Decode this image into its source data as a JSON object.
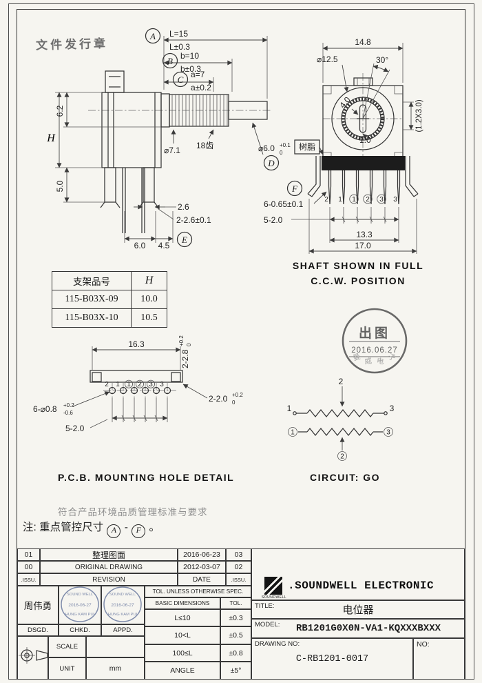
{
  "sheet": {
    "issue_stamp": "文件发行章",
    "note_quality": "符合产品环境品质管理标准与要求",
    "note_control_prefix": "注: 重点管控尺寸",
    "note_control_from": "A",
    "note_control_dash": "-",
    "note_control_to": "F",
    "note_control_end": "。"
  },
  "side_view": {
    "balloon_a": "A",
    "balloon_b": "B",
    "balloon_c": "C",
    "balloon_d": "D",
    "balloon_e": "E",
    "dim_l": "L=15",
    "dim_l_tol": "L±0.3",
    "dim_b": "b=10",
    "dim_b_tol": "b±0.3",
    "dim_a": "a=7",
    "dim_a_tol": "a±0.2",
    "dim_height_top": "6.2",
    "dim_height_mid": "H",
    "dim_height_bot": "5.0",
    "dim_shaft_dia": "⌀7.1",
    "teeth": "18齿",
    "dim_d_dia": "⌀6.0",
    "dim_d_tol_up": "+0.1",
    "dim_d_tol_dn": "0",
    "dim_leg": "2.6",
    "dim_legs": "2-2.6±0.1",
    "dim_pin_a": "6.0",
    "dim_pin_b": "4.5"
  },
  "front_view": {
    "balloon_f": "F",
    "dim_width": "14.8",
    "dim_rotor": "⌀12.5",
    "dim_angle": "30°",
    "dim_slot_w": "4.0",
    "dim_slot_t": "1.0",
    "dim_notch": "(1.2X3.0)",
    "resin_label": "树脂",
    "dim_pin_w": "6-0.65±0.1",
    "dim_pitch": "5-2.0",
    "dim_span_pins": "13.3",
    "dim_span_legs": "17.0",
    "pins": [
      "2",
      "1",
      "1",
      "2",
      "3",
      "3"
    ],
    "caption_line1": "SHAFT SHOWN IN FULL",
    "caption_line2": "C.C.W. POSITION"
  },
  "bracket_table": {
    "header_part": "支架品号",
    "header_h": "H",
    "rows": [
      {
        "part": "115-B03X-09",
        "h": "10.0"
      },
      {
        "part": "115-B03X-10",
        "h": "10.5"
      }
    ]
  },
  "pcb_detail": {
    "dim_width": "16.3",
    "dim_slot_sq": "2-2.8",
    "dim_slot_sq_up": "+0.2",
    "dim_slot_sq_dn": "0",
    "dim_slot": "2-2.0",
    "dim_slot_up": "+0.2",
    "dim_slot_dn": "0",
    "dim_hole": "6-⌀0.8",
    "dim_hole_up": "+0.2",
    "dim_hole_dn": "-0.6",
    "dim_pitch": "5-2.0",
    "pins": [
      "2",
      "1",
      "1",
      "2",
      "3",
      "3"
    ],
    "caption": "P.C.B. MOUNTING HOLE DETAIL"
  },
  "release_stamp": {
    "title": "出图",
    "date": "2016.06.27",
    "arc_chars": [
      "曼",
      "威",
      "电",
      "子"
    ]
  },
  "circuit": {
    "caption": "CIRCUIT: GO",
    "t2": "2",
    "t1": "1",
    "t3": "3",
    "g1": "1",
    "g3": "3",
    "g2": "2"
  },
  "title_block": {
    "rev": [
      {
        "no": "01",
        "desc": "整理图面",
        "date": "2016-06-23",
        "no2": "03"
      },
      {
        "no": "00",
        "desc": "ORIGINAL DRAWING",
        "date": "2012-03-07",
        "no2": "02"
      },
      {
        "no": ".ISSU.",
        "desc": "REVISION",
        "date": "DATE",
        "no2": ".ISSU."
      }
    ],
    "designer": "周伟勇",
    "dsgd": "DSGD.",
    "chkd": "CHKD.",
    "appd": "APPD.",
    "scale_label": "SCALE",
    "unit_label": "UNIT",
    "unit_value": "mm",
    "tol_header": "TOL. UNLESS OTHERWISE SPEC.",
    "tol_dim_header": "BASIC DIMENSIONS",
    "tol_col_header": "TOL.",
    "tol_rows": [
      {
        "range": "L≤10",
        "tol": "±0.3"
      },
      {
        "range": "10<L",
        "tol": "±0.5"
      },
      {
        "range": "100≤L",
        "tol": "±0.8"
      },
      {
        "range": "ANGLE",
        "tol": "±5°"
      }
    ],
    "logo_text": "SOUNDWELL",
    "company": ".SOUNDWELL  ELECTRONIC",
    "title_label": "TITLE:",
    "title_value": "电位器",
    "model_label": "MODEL:",
    "model_value": "RB1201G0X0N-VA1-KQXXXBXXX",
    "drawing_label": "DRAWING NO:",
    "drawing_value": "C-RB1201-0017",
    "no_label": "NO:",
    "stamp1": {
      "top": "SOUND WELL",
      "mid": "2016-06-27",
      "bot": "HUNG KAM PUI"
    },
    "stamp2": {
      "top": "SOUND WELL",
      "mid": "2016-06-27",
      "bot": "HUNG KAM PUI"
    }
  }
}
